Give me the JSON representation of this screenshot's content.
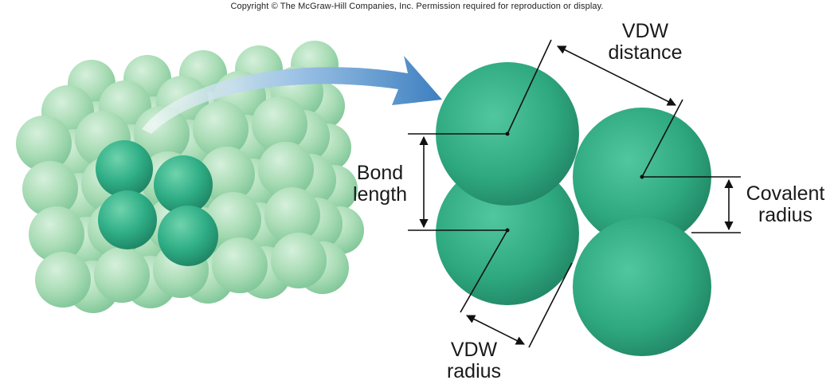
{
  "copyright": "Copyright © The McGraw-Hill Companies, Inc. Permission required for reproduction or display.",
  "labels": {
    "vdw_distance": [
      "VDW",
      "distance"
    ],
    "bond_length": [
      "Bond",
      "length"
    ],
    "covalent_radius": [
      "Covalent",
      "radius"
    ],
    "vdw_radius": [
      "VDW",
      "radius"
    ]
  },
  "colors": {
    "lattice_atom": "#a9dcb5",
    "highlight_atom": "#2fae86",
    "molecule_atom": "#2ea87f",
    "arrow": "#4d8fc7",
    "line": "#111111"
  }
}
